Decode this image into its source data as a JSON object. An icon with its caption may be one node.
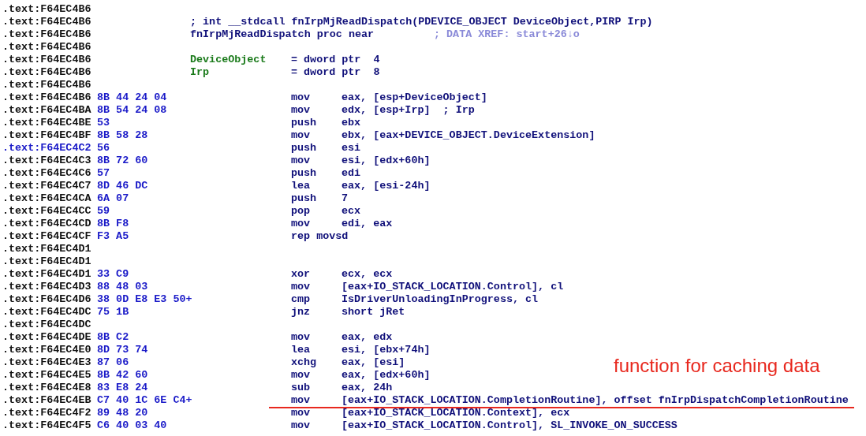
{
  "diagram": {
    "labels": [
      ".text:F64EC4B6",
      ".text:F64EC4B6",
      "; int __stdcall fnIrpMjReadDispatch(PDEVICE_OBJECT DeviceObject,PIRP Irp)",
      ".text:F64EC4B6",
      "fnIrpMjReadDispatch proc near",
      "; DATA XREF: start+26↓o",
      ".text:F64EC4B6",
      ".text:F64EC4B6",
      "DeviceObject",
      "= dword ptr  4",
      ".text:F64EC4B6",
      "Irp",
      "= dword ptr  8",
      ".text:F64EC4B6",
      ".text:F64EC4B6",
      "8B 44 24 04",
      "mov",
      "eax, [esp+DeviceObject]",
      ".text:F64EC4BA",
      "8B 54 24 08",
      "mov",
      "edx, [esp+Irp]  ; Irp",
      ".text:F64EC4BE",
      "53",
      "push",
      "ebx",
      ".text:F64EC4BF",
      "8B 58 28",
      "mov",
      "ebx, [eax+DEVICE_OBJECT.DeviceExtension]",
      ".text:F64EC4C2",
      "56",
      "push",
      "esi",
      ".text:F64EC4C3",
      "8B 72 60",
      "mov",
      "esi, [edx+60h]",
      ".text:F64EC4C6",
      "57",
      "push",
      "edi",
      ".text:F64EC4C7",
      "8D 46 DC",
      "lea",
      "eax, [esi-24h]",
      ".text:F64EC4CA",
      "6A 07",
      "push",
      "7",
      ".text:F64EC4CC",
      "59",
      "pop",
      "ecx",
      ".text:F64EC4CD",
      "8B F8",
      "mov",
      "edi, eax",
      ".text:F64EC4CF",
      "F3 A5",
      "rep movsd",
      ".text:F64EC4D1",
      ".text:F64EC4D1",
      ".text:F64EC4D1",
      "33 C9",
      "xor",
      "ecx, ecx",
      ".text:F64EC4D3",
      "88 48 03",
      "mov",
      "[eax+IO_STACK_LOCATION.Control], cl",
      ".text:F64EC4D6",
      "38 0D E8 E3 50+",
      "cmp",
      "IsDriverUnloadingInProgress, cl",
      ".text:F64EC4DC",
      "75 1B",
      "jnz",
      "short jRet",
      ".text:F64EC4DC",
      ".text:F64EC4DE",
      "8B C2",
      "mov",
      "eax, edx",
      ".text:F64EC4E0",
      "8D 73 74",
      "lea",
      "esi, [ebx+74h]",
      ".text:F64EC4E3",
      "87 06",
      "xchg",
      "eax, [esi]",
      ".text:F64EC4E5",
      "8B 42 60",
      "mov",
      "eax, [edx+60h]",
      "function for caching data",
      ".text:F64EC4E8",
      "83 E8 24",
      "sub",
      "eax, 24h",
      ".text:F64EC4EB",
      "C7 40 1C 6E C4+",
      "mov",
      "[eax+IO_STACK_LOCATION.CompletionRoutine], offset fnIrpDispatchCompletionRoutine",
      ".text:F64EC4F2",
      "89 48 20",
      "mov",
      "[eax+IO_STACK_LOCATION.Context], ecx",
      ".text:F64EC4F5",
      "C6 40 03 40",
      "mov",
      "[eax+IO_STACK_LOCATION.Control], SL_INVOKE_ON_SUCCESS"
    ]
  }
}
